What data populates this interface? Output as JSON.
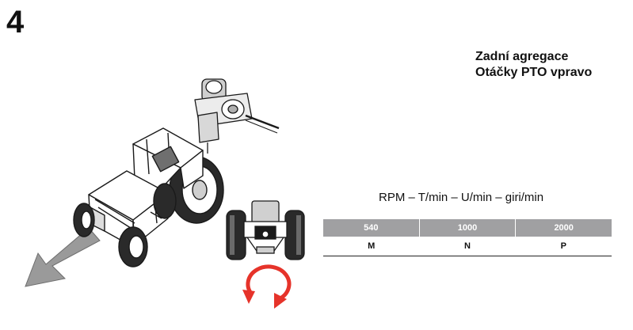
{
  "step_number": "4",
  "heading": {
    "line1": "Zadní agregace",
    "line2": "Otáčky PTO vpravo"
  },
  "rpm_caption": "RPM – T/min – U/min – giri/min",
  "table": {
    "headers": [
      "540",
      "1000",
      "2000"
    ],
    "values": [
      "M",
      "N",
      "P"
    ]
  },
  "colors": {
    "table_header_bg": "#a0a0a2",
    "arrow_gray": "#9a9a9a",
    "rotation_red": "#e6332a"
  },
  "icons": {
    "tractor": "tractor-illustration",
    "implement": "rear-implement-pto",
    "direction": "forward-direction-arrow",
    "rotation": "clockwise-rotation-icon"
  }
}
